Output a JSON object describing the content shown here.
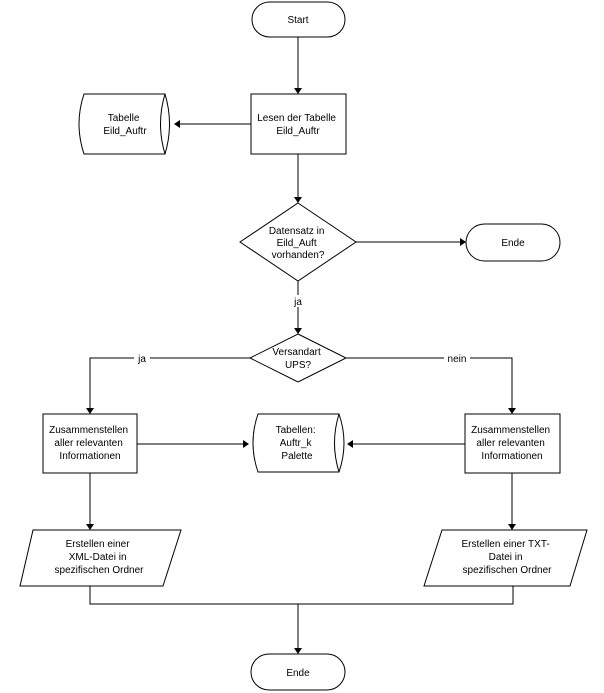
{
  "diagram": {
    "start_label": "Start",
    "read_table": [
      "Lesen der Tabelle",
      "Eild_Auftr"
    ],
    "table_eild": [
      "Tabelle",
      "Eild_Auftr"
    ],
    "decision_record": [
      "Datensatz in",
      "Eild_Auft",
      "vorhanden?"
    ],
    "end_top_label": "Ende",
    "edge_ja_down": "ja",
    "decision_ups": [
      "Versandart",
      "UPS?"
    ],
    "edge_ja_left": "ja",
    "edge_nein_right": "nein",
    "assemble_left": [
      "Zusammenstellen",
      "aller relevanten",
      "Informationen"
    ],
    "assemble_right": [
      "Zusammenstellen",
      "aller relevanten",
      "Informationen"
    ],
    "tables_mid": [
      "Tabellen:",
      "Auftr_k",
      "Palette"
    ],
    "xml_output": [
      "Erstellen einer",
      "XML-Datei in",
      "spezifischen Ordner"
    ],
    "txt_output": [
      "Erstellen einer TXT-",
      "Datei in",
      "spezifischen Ordner"
    ],
    "end_bottom_label": "Ende"
  }
}
